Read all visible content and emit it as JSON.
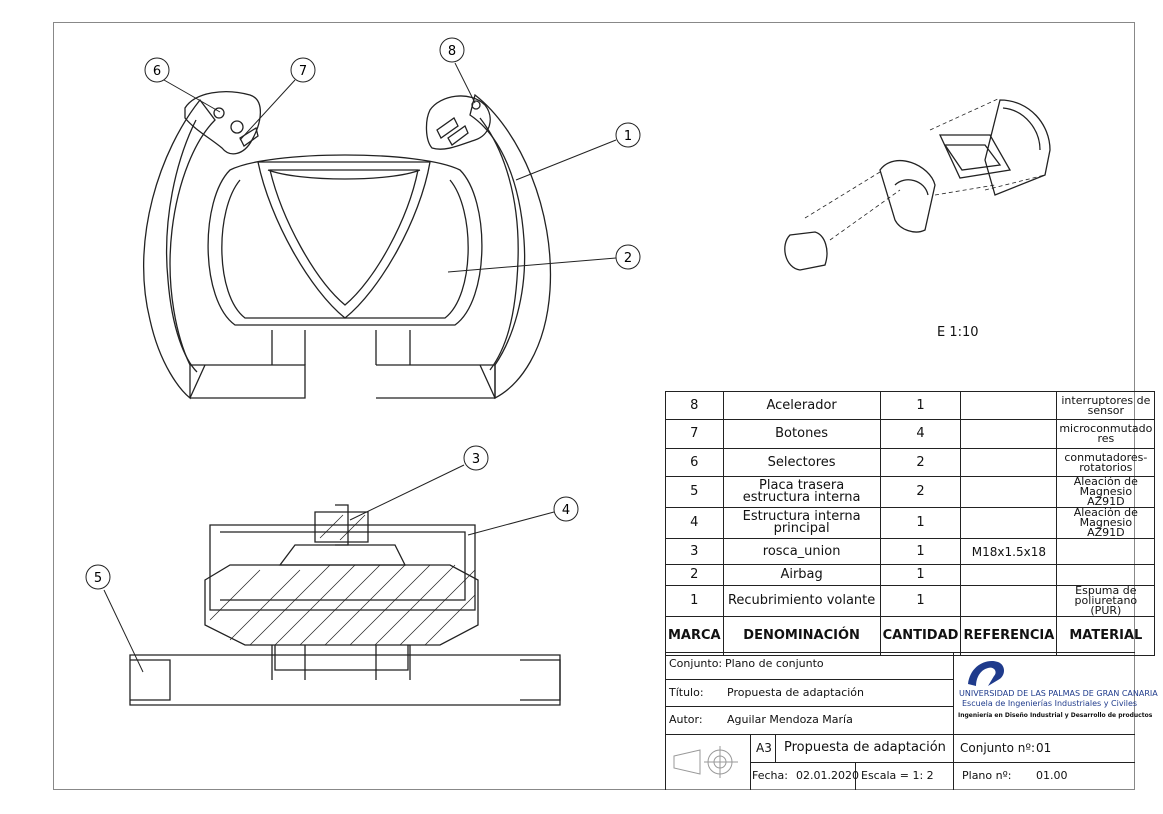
{
  "view_scale": "E 1:10",
  "callouts": [
    "1",
    "2",
    "3",
    "4",
    "5",
    "6",
    "7",
    "8"
  ],
  "bom": {
    "headers": {
      "marca": "MARCA",
      "denominacion": "DENOMINACIÓN",
      "cantidad": "CANTIDAD",
      "referencia": "REFERENCIA",
      "material": "MATERIAL"
    },
    "rows": [
      {
        "marca": "8",
        "denominacion": "Acelerador",
        "cantidad": "1",
        "referencia": "",
        "material": "interruptores de sensor"
      },
      {
        "marca": "7",
        "denominacion": "Botones",
        "cantidad": "4",
        "referencia": "",
        "material": "microconmutado res"
      },
      {
        "marca": "6",
        "denominacion": "Selectores",
        "cantidad": "2",
        "referencia": "",
        "material": "conmutadores-rotatorios"
      },
      {
        "marca": "5",
        "denominacion": "Placa trasera estructura interna",
        "cantidad": "2",
        "referencia": "",
        "material": "Aleación de Magnesio AZ91D"
      },
      {
        "marca": "4",
        "denominacion": "Estructura interna principal",
        "cantidad": "1",
        "referencia": "",
        "material": "Aleación de Magnesio AZ91D"
      },
      {
        "marca": "3",
        "denominacion": "rosca_union",
        "cantidad": "1",
        "referencia": "M18x1.5x18",
        "material": ""
      },
      {
        "marca": "2",
        "denominacion": "Airbag",
        "cantidad": "1",
        "referencia": "",
        "material": ""
      },
      {
        "marca": "1",
        "denominacion": "Recubrimiento volante",
        "cantidad": "1",
        "referencia": "",
        "material": "Espuma de poliuretano (PUR)"
      }
    ]
  },
  "title_block": {
    "conjunto_label": "Conjunto:",
    "conjunto_value": "Plano de conjunto",
    "titulo_label": "Título:",
    "titulo_value": "Propuesta de adaptación",
    "autor_label": "Autor:",
    "autor_value": "Aguilar Mendoza María",
    "format": "A3",
    "format_title": "Propuesta de adaptación",
    "fecha_label": "Fecha:",
    "fecha_value": "02.01.2020",
    "escala": "Escala = 1: 2",
    "conjunto_n_label": "Conjunto nº:",
    "conjunto_n_value": "01",
    "plano_n_label": "Plano nº:",
    "plano_n_value": "01.00",
    "university_line1": "UNIVERSIDAD DE LAS PALMAS DE GRAN CANARIA",
    "university_line2": "Escuela de Ingenierías Industriales y Civiles",
    "university_line3": "Ingeniería en Diseño Industrial y Desarrollo de productos"
  }
}
